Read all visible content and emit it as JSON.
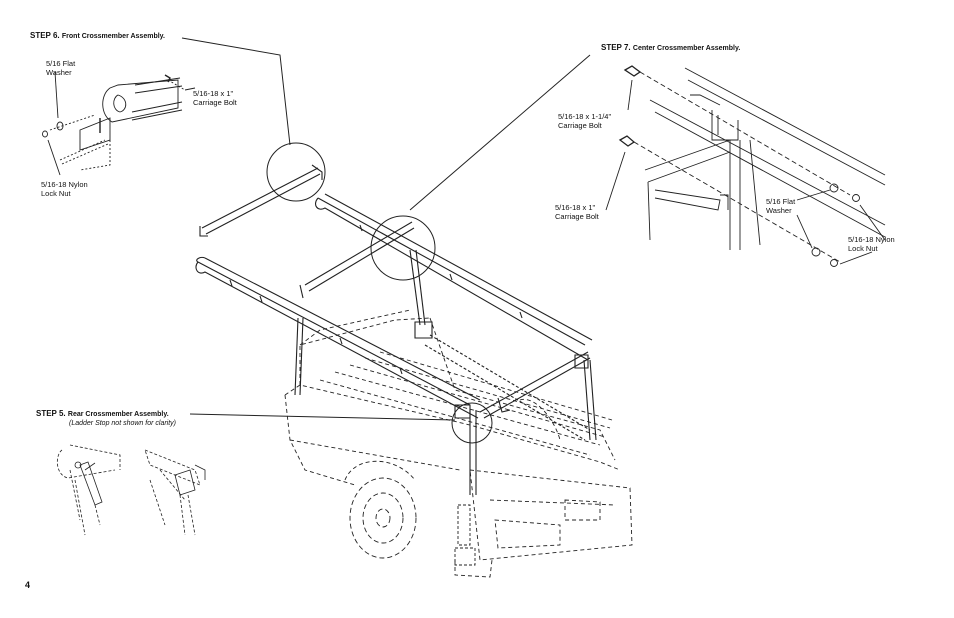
{
  "step6": {
    "label": "STEP 6.",
    "title": "Front Crossmember Assembly.",
    "callouts": {
      "washer_l1": "5/16 Flat",
      "washer_l2": "Washer",
      "bolt_l1": "5/16-18 x 1\"",
      "bolt_l2": "Carriage Bolt",
      "nut_l1": "5/16-18 Nylon",
      "nut_l2": "Lock Nut"
    }
  },
  "step7": {
    "label": "STEP 7.",
    "title": "Center Crossmember Assembly.",
    "callouts": {
      "bolt_long_l1": "5/16-18 x 1-1/4\"",
      "bolt_long_l2": "Carriage Bolt",
      "bolt_short_l1": "5/16-18 x 1\"",
      "bolt_short_l2": "Carriage Bolt",
      "washer_l1": "5/16 Flat",
      "washer_l2": "Washer",
      "nut_l1": "5/16-18 Nylon",
      "nut_l2": "Lock Nut"
    }
  },
  "step5": {
    "label": "STEP 5.",
    "title": "Rear Crossmember Assembly.",
    "note": "(Ladder Stop not shown for clarity)"
  },
  "page_number": "4"
}
